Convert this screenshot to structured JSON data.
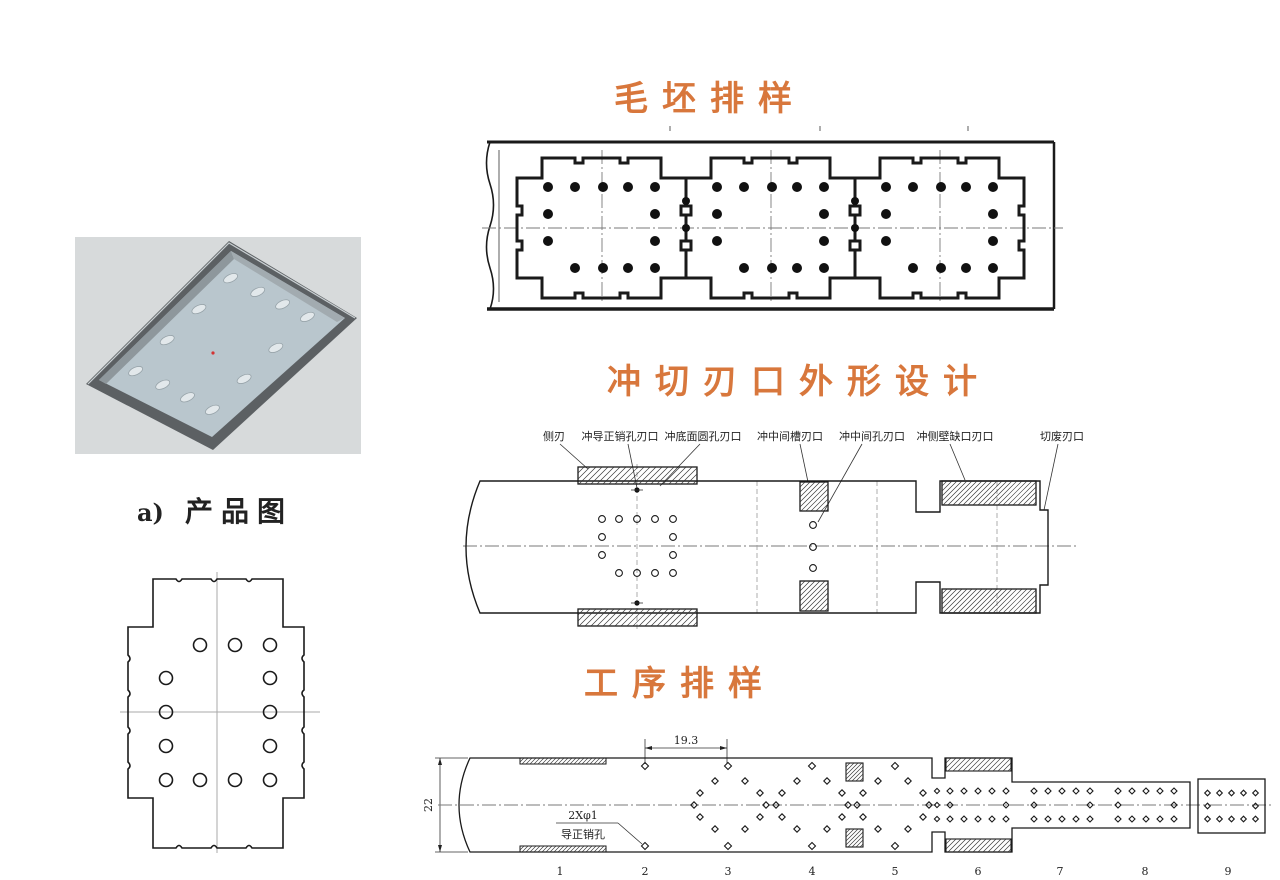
{
  "product_figure": {
    "caption_prefix": "a)",
    "caption": "产品图"
  },
  "blank_layout": {
    "title": "毛坯排样"
  },
  "die_edge_design": {
    "title": "冲切刃口外形设计",
    "labels": [
      "侧刃",
      "冲导正销孔刃口",
      "冲底面圆孔刃口",
      "冲中间槽刃口",
      "冲中间孔刃口",
      "冲侧壁缺口刃口",
      "切废刃口"
    ]
  },
  "process_layout": {
    "title": "工序排样",
    "pitch_dimension": "19.3",
    "width_dimension": "22",
    "pilot_hole_spec": "2Xφ1",
    "pilot_hole_label": "导正销孔",
    "stations": [
      "1",
      "2",
      "3",
      "4",
      "5",
      "6",
      "7",
      "8",
      "9"
    ]
  },
  "colors": {
    "title": "#d8773c",
    "line": "#1a1a1a",
    "product_plate": "#b9c6cd",
    "product_wall": "#5c6063"
  }
}
